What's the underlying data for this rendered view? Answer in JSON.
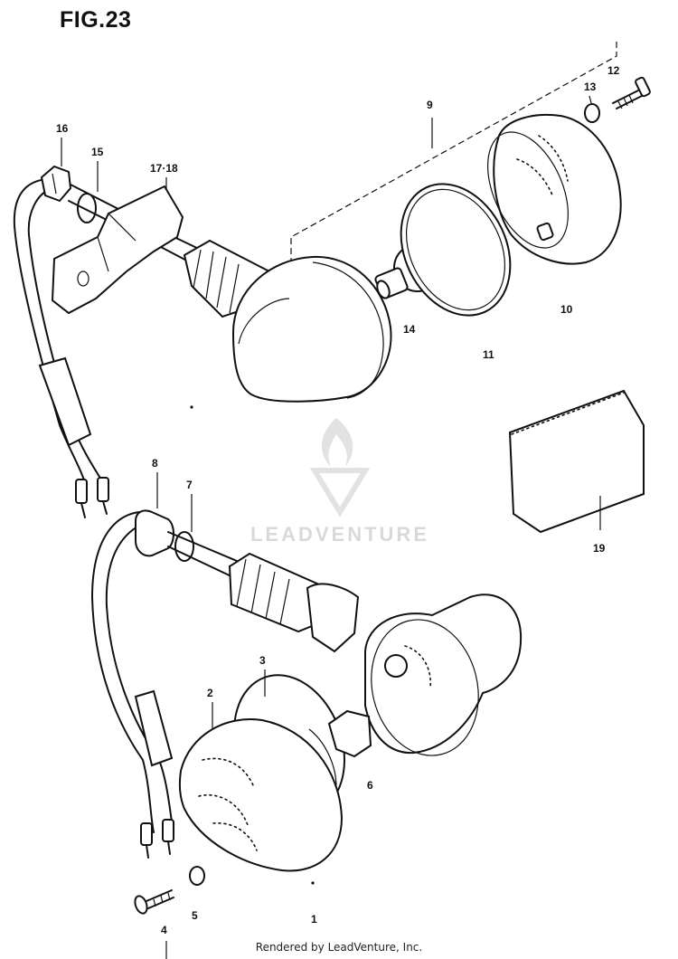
{
  "figure": {
    "title": "FIG.23"
  },
  "watermark": {
    "text": "LEADVENTURE"
  },
  "footer": {
    "text": "Rendered by LeadVenture, Inc."
  },
  "callouts": [
    {
      "id": "c1",
      "label": "1"
    },
    {
      "id": "c2",
      "label": "2"
    },
    {
      "id": "c3",
      "label": "3"
    },
    {
      "id": "c4",
      "label": "4"
    },
    {
      "id": "c5",
      "label": "5"
    },
    {
      "id": "c6",
      "label": "6"
    },
    {
      "id": "c7",
      "label": "7"
    },
    {
      "id": "c8",
      "label": "8"
    },
    {
      "id": "c9",
      "label": "9"
    },
    {
      "id": "c10",
      "label": "10"
    },
    {
      "id": "c11",
      "label": "11"
    },
    {
      "id": "c12",
      "label": "12"
    },
    {
      "id": "c13",
      "label": "13"
    },
    {
      "id": "c14",
      "label": "14"
    },
    {
      "id": "c15",
      "label": "15"
    },
    {
      "id": "c16",
      "label": "16"
    },
    {
      "id": "c1718",
      "label": "17·18"
    },
    {
      "id": "c19",
      "label": "19"
    }
  ]
}
